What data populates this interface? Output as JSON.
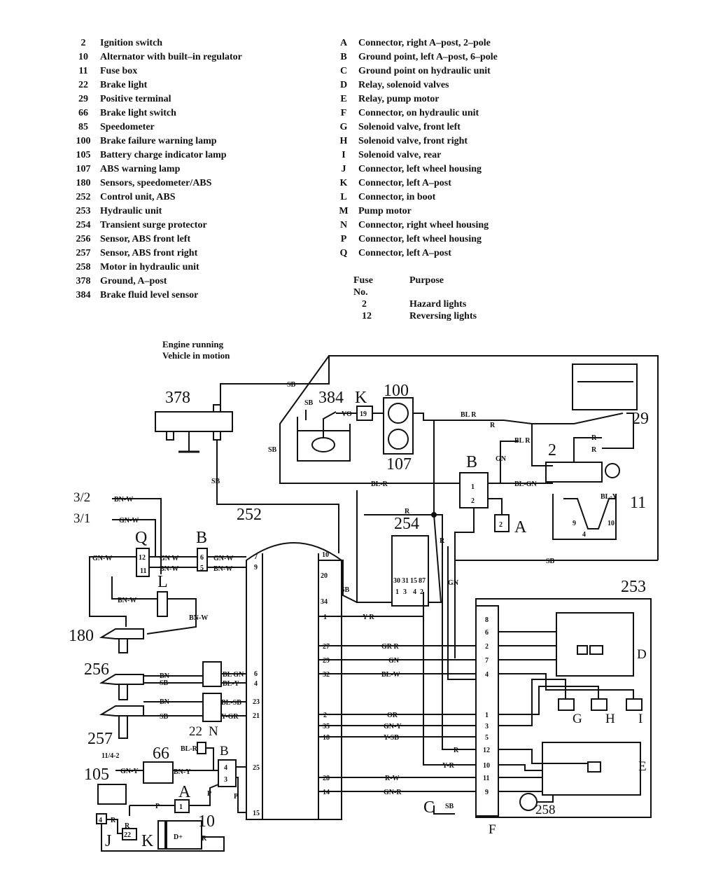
{
  "components": [
    {
      "num": "2",
      "name": "Ignition switch"
    },
    {
      "num": "10",
      "name": "Alternator with built–in regulator"
    },
    {
      "num": "11",
      "name": "Fuse box"
    },
    {
      "num": "22",
      "name": "Brake light"
    },
    {
      "num": "29",
      "name": "Positive terminal"
    },
    {
      "num": "66",
      "name": "Brake light switch"
    },
    {
      "num": "85",
      "name": "Speedometer"
    },
    {
      "num": "100",
      "name": "Brake failure warning lamp"
    },
    {
      "num": "105",
      "name": "Battery charge indicator lamp"
    },
    {
      "num": "107",
      "name": "ABS warning lamp"
    },
    {
      "num": "180",
      "name": "Sensors, speedometer/ABS"
    },
    {
      "num": "252",
      "name": "Control unit, ABS"
    },
    {
      "num": "253",
      "name": "Hydraulic unit"
    },
    {
      "num": "254",
      "name": "Transient surge protector"
    },
    {
      "num": "256",
      "name": "Sensor, ABS front left"
    },
    {
      "num": "257",
      "name": "Sensor, ABS front right"
    },
    {
      "num": "258",
      "name": "Motor in hydraulic unit"
    },
    {
      "num": "378",
      "name": "Ground, A–post"
    },
    {
      "num": "384",
      "name": "Brake fluid level sensor"
    }
  ],
  "connectors": [
    {
      "letter": "A",
      "name": "Connector, right A–post, 2–pole"
    },
    {
      "letter": "B",
      "name": "Ground point, left A–post, 6–pole"
    },
    {
      "letter": "C",
      "name": "Ground point on hydraulic unit"
    },
    {
      "letter": "D",
      "name": "Relay, solenoid valves"
    },
    {
      "letter": "E",
      "name": "Relay, pump motor"
    },
    {
      "letter": "F",
      "name": "Connector, on hydraulic unit"
    },
    {
      "letter": "G",
      "name": "Solenoid valve, front left"
    },
    {
      "letter": "H",
      "name": "Solenoid valve, front right"
    },
    {
      "letter": "I",
      "name": "Solenoid valve, rear"
    },
    {
      "letter": "J",
      "name": "Connector, left wheel housing"
    },
    {
      "letter": "K",
      "name": "Connector, left A–post"
    },
    {
      "letter": "L",
      "name": "Connector, in boot"
    },
    {
      "letter": "M",
      "name": "Pump motor"
    },
    {
      "letter": "N",
      "name": "Connector, right wheel housing"
    },
    {
      "letter": "P",
      "name": "Connector, left wheel housing"
    },
    {
      "letter": "Q",
      "name": "Connector, left A–post"
    }
  ],
  "fuse_table": {
    "col_fuse": "Fuse",
    "col_no": "No.",
    "col_purpose": "Purpose",
    "rows": [
      {
        "no": "2",
        "purpose": "Hazard lights"
      },
      {
        "no": "12",
        "purpose": "Reversing lights"
      }
    ]
  },
  "state": {
    "line1": "Engine running",
    "line2": "Vehicle in motion"
  },
  "diagram": {
    "ref": {
      "r378": "378",
      "r384": "384",
      "r100": "100",
      "r107": "107",
      "r29": "29",
      "r2": "2",
      "r11": "11",
      "r252": "252",
      "r254": "254",
      "r253": "253",
      "r180": "180",
      "r256": "256",
      "r257": "257",
      "r66": "66",
      "r105": "105",
      "r10": "10",
      "r22": "22",
      "r258": "258",
      "r3_2": "3/2",
      "r3_1": "3/1"
    },
    "letters": {
      "K": "K",
      "B1": "B",
      "A1": "A",
      "Q": "Q",
      "B2": "B",
      "L": "L",
      "N": "N",
      "B3": "B",
      "A2": "A",
      "J": "J",
      "K2": "K",
      "D": "D",
      "G": "G",
      "H": "H",
      "I": "I",
      "E": "E",
      "C": "C",
      "F": "F"
    },
    "wires": {
      "bn_w": "BN-W",
      "gn_w": "GN-W",
      "gn_w2": "GN W",
      "bn_w2": "BN-W",
      "sb": "SB",
      "bl_r": "BL R",
      "r": "R",
      "gn": "GN",
      "bl_gn": "BL-GN",
      "bl_y": "BL-Y",
      "y_r": "Y R",
      "gr_r": "GR R",
      "bl_w": "BL-W",
      "bn": "BN",
      "bl_gn2": "BL GN",
      "bl_sb": "BL-SB",
      "y_gr": "Y-GR",
      "or": "OR",
      "gn_y": "GN-Y",
      "y_sb": "Y-SB",
      "r_w": "R-W",
      "gn_r": "GN-R",
      "bn_y": "BN-Y",
      "gn_y2": "GN-Y",
      "p": "P",
      "bl_r2": "BL-R",
      "fuse_ref": "11/4-2",
      "d_plus": "D+",
      "vo": "VO",
      "sb_c": "SB",
      "y_r2": "Y-R"
    },
    "pins_252_left": [
      "7",
      "9",
      "6",
      "4",
      "23",
      "21",
      "25",
      "15"
    ],
    "pins_252_right": [
      "10",
      "20",
      "34",
      "1",
      "27",
      "29",
      "32",
      "2",
      "35",
      "18",
      "28",
      "14"
    ],
    "pins_f": [
      "8",
      "6",
      "2",
      "7",
      "4",
      "1",
      "3",
      "5",
      "12",
      "10",
      "11",
      "9"
    ],
    "pins_254": [
      "30",
      "31",
      "15",
      "87",
      "1",
      "3",
      "4",
      "2"
    ],
    "pins_B1": [
      "1",
      "2"
    ],
    "pins_A1": "2",
    "pins_q": [
      "12",
      "11"
    ],
    "pins_b2": [
      "6",
      "5"
    ],
    "pins_b3": [
      "4",
      "3"
    ],
    "pins_k": "19",
    "pins_j": "4",
    "pins_k2": "22",
    "pins_a2": "1",
    "pins_11": [
      "9",
      "4",
      "10"
    ]
  }
}
